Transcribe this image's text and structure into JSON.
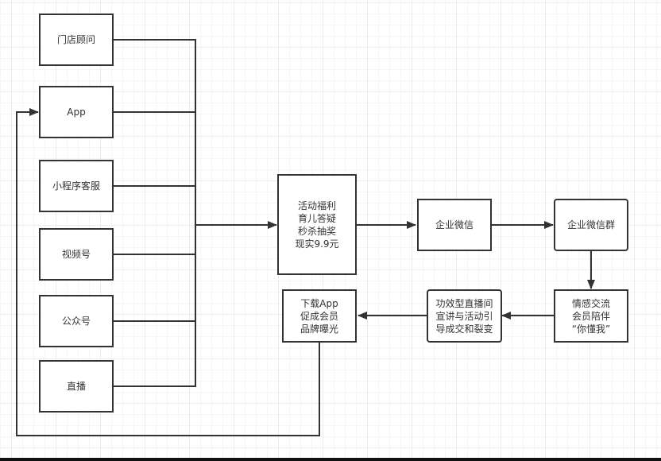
{
  "diagram": {
    "sources": [
      {
        "id": "store-advisor",
        "label": "门店顾问"
      },
      {
        "id": "app",
        "label": "App"
      },
      {
        "id": "mini-program-service",
        "label": "小程序客服"
      },
      {
        "id": "video-channel",
        "label": "视频号"
      },
      {
        "id": "official-account",
        "label": "公众号"
      },
      {
        "id": "live-stream",
        "label": "直播"
      }
    ],
    "hub": {
      "id": "activity-benefits",
      "label": "活动福利\n育儿答疑\n秒杀抽奖\n现实9.9元"
    },
    "flow": [
      {
        "id": "wecom",
        "label": "企业微信"
      },
      {
        "id": "wecom-group",
        "label": "企业微信群"
      },
      {
        "id": "emotional-exchange",
        "label": "情感交流\n会员陪伴\n“你懂我”"
      },
      {
        "id": "efficacy-live",
        "label": "功效型直播间\n宣讲与活动引\n导成交和裂变"
      },
      {
        "id": "download-app",
        "label": "下载App\n促成会员\n品牌曝光"
      }
    ],
    "colors": {
      "stroke": "#333333",
      "grid": "#ececec",
      "fill": "#ffffff"
    }
  }
}
